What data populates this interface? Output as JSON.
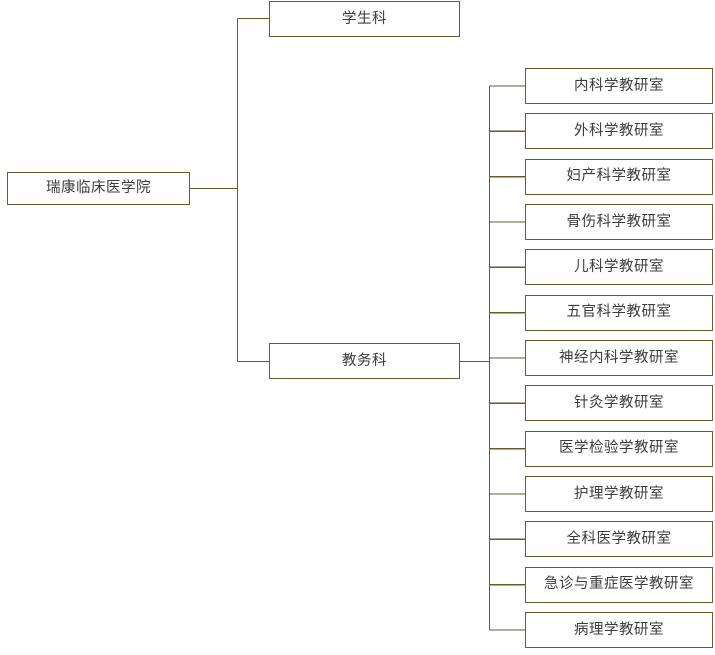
{
  "diagram": {
    "type": "organization-chart",
    "orientation": "left-to-right",
    "colors": {
      "border": "#6b5a2e",
      "text": "#3c3c3c",
      "background": "#ffffff",
      "connector": "#6b5a2e"
    },
    "root": {
      "label": "瑞康临床医学院"
    },
    "departments": [
      {
        "label": "学生科",
        "children": []
      },
      {
        "label": "教务科",
        "children": [
          {
            "label": "内科学教研室"
          },
          {
            "label": "外科学教研室"
          },
          {
            "label": "妇产科学教研室"
          },
          {
            "label": "骨伤科学教研室"
          },
          {
            "label": "儿科学教研室"
          },
          {
            "label": "五官科学教研室"
          },
          {
            "label": "神经内科学教研室"
          },
          {
            "label": "针灸学教研室"
          },
          {
            "label": "医学检验学教研室"
          },
          {
            "label": "护理学教研室"
          },
          {
            "label": "全科医学教研室"
          },
          {
            "label": "急诊与重症医学教研室"
          },
          {
            "label": "病理学教研室"
          }
        ]
      }
    ]
  }
}
